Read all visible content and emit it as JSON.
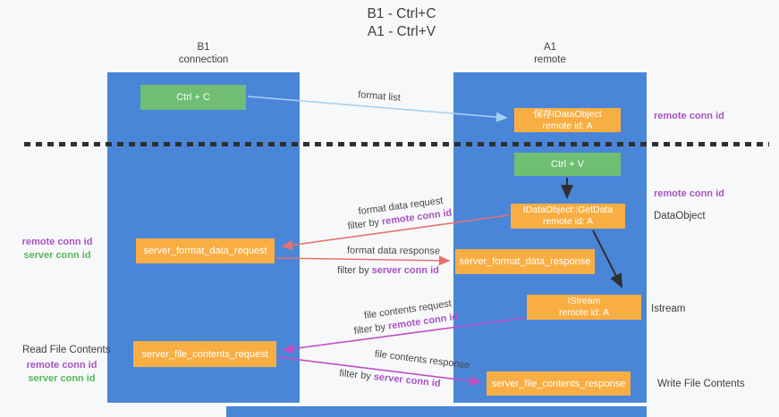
{
  "title": {
    "line1": "B1 - Ctrl+C",
    "line2": "A1 - Ctrl+V"
  },
  "lanes": {
    "b1": {
      "name": "B1",
      "role": "connection"
    },
    "a1": {
      "name": "A1",
      "role": "remote"
    }
  },
  "nodes": {
    "ctrl_c": "Ctrl + C",
    "ctrl_v": "Ctrl + V",
    "save_idataobject": {
      "title": "保存IDataObject",
      "subtitle": "remote id: A"
    },
    "getdata": {
      "title": "IDataObject::GetData",
      "subtitle": "remote id: A"
    },
    "istream": {
      "title": "IStream",
      "subtitle": "remote id: A"
    },
    "server_format_data_request": "server_format_data_request",
    "server_format_data_response": "server_format_data_response",
    "server_file_contents_request": "server_file_contents_request",
    "server_file_contents_response": "server_file_contents_response"
  },
  "flows": {
    "format_list": "format list",
    "format_data_request": "format data request",
    "format_data_response": "format data response",
    "file_contents_request": "file contents request",
    "file_contents_response": "file contents response",
    "filter_by": "filter by",
    "remote_conn_id": "remote conn id",
    "server_conn_id": "server conn id"
  },
  "annotations": {
    "remote_conn_id": "remote conn id",
    "server_conn_id": "server conn id",
    "dataobject": "DataObject",
    "istream": "Istream",
    "read_file_contents": "Read File Contents",
    "write_file_contents": "Write File Contents"
  },
  "colors": {
    "lane_blue": "#4a86d8",
    "action_green": "#6fbe73",
    "message_orange": "#f9ae43",
    "arrow_light_blue": "#a5d2f0",
    "arrow_red": "#e7716d",
    "arrow_magenta": "#c04ec4",
    "arrow_black": "#2f2f2f",
    "conn_id_purple": "#a853c3",
    "conn_id_green": "#57b75c"
  }
}
